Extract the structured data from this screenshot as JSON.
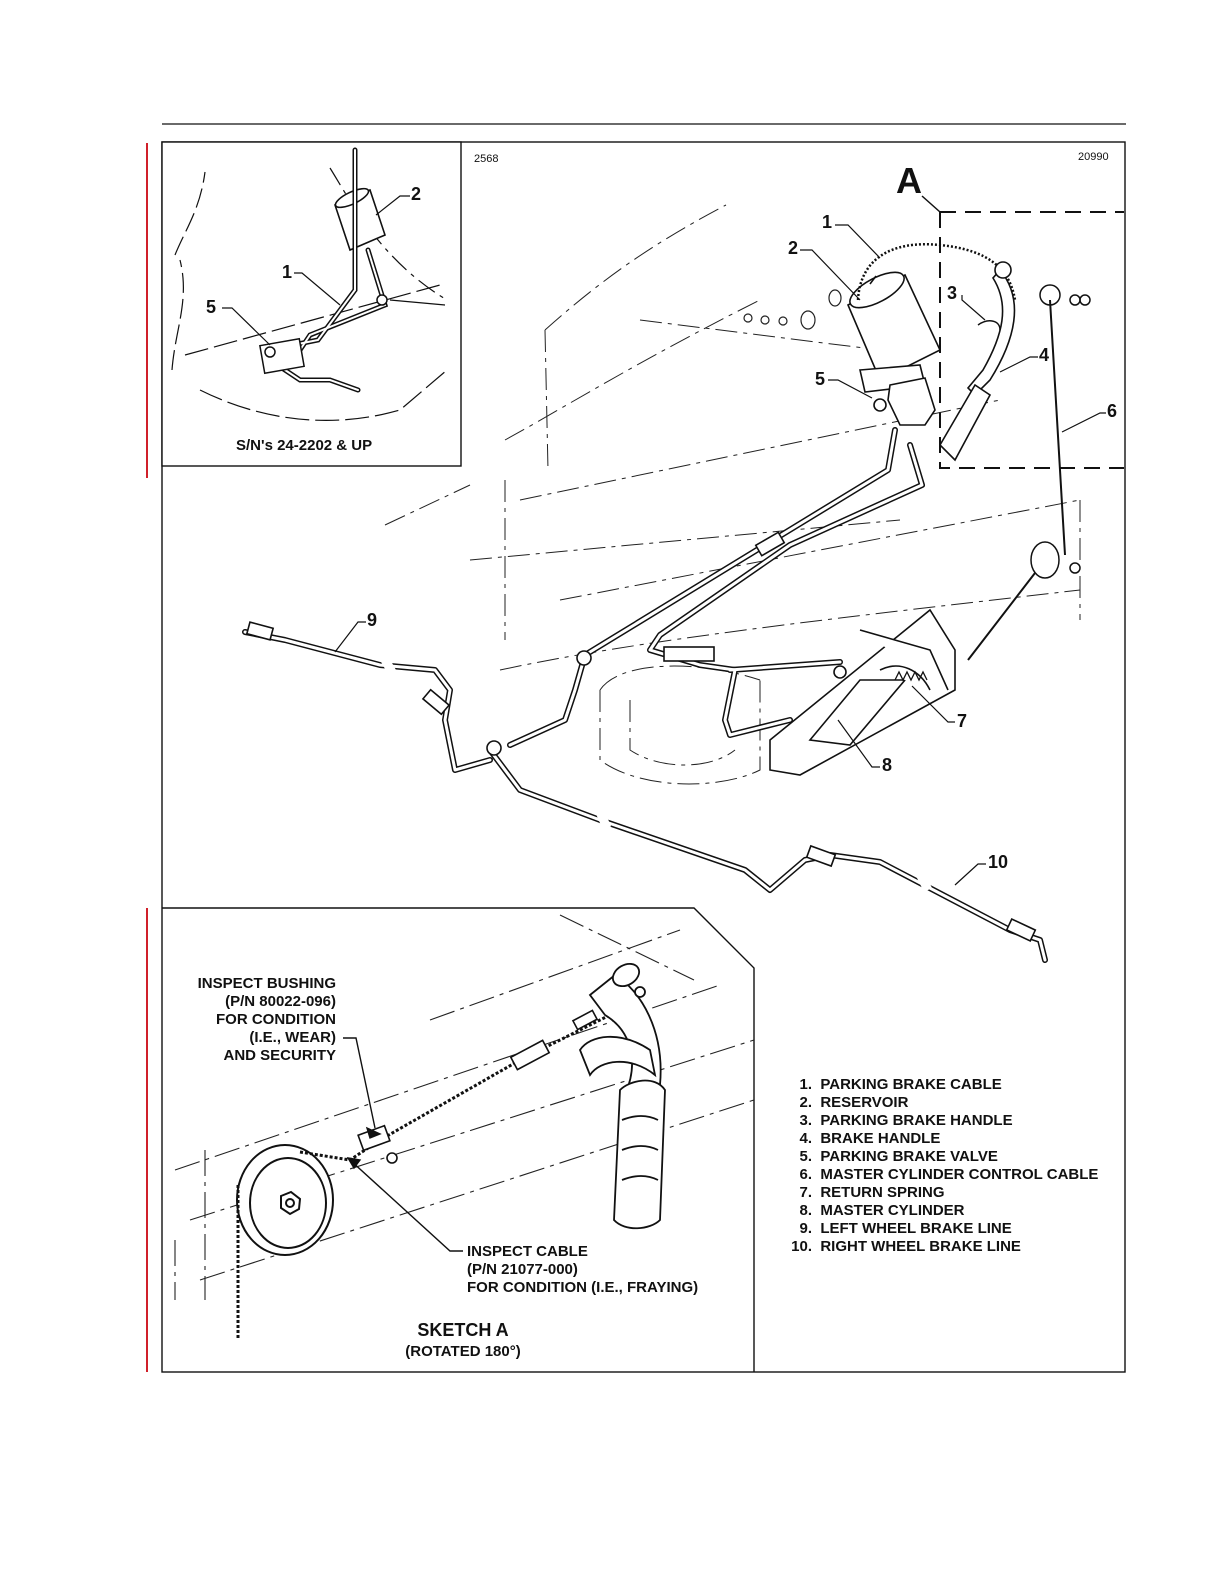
{
  "figure": {
    "left_number": "2568",
    "right_number": "20990",
    "view_letter": "A"
  },
  "inset_top": {
    "caption": "S/N's 24-2202 & UP",
    "callouts": [
      "2",
      "1",
      "5"
    ]
  },
  "main_callouts": [
    "1",
    "2",
    "3",
    "4",
    "5",
    "6",
    "7",
    "8",
    "9",
    "10"
  ],
  "sketch_a": {
    "bushing_note": [
      "INSPECT BUSHING",
      "(P/N 80022-096)",
      "FOR CONDITION",
      "(I.E., WEAR)",
      "AND SECURITY"
    ],
    "cable_note": [
      "INSPECT CABLE",
      "(P/N 21077-000)",
      "FOR CONDITION (I.E., FRAYING)"
    ],
    "title": "SKETCH A",
    "subtitle": "(ROTATED 180°)"
  },
  "legend": [
    {
      "num": "1.",
      "label": "PARKING BRAKE CABLE"
    },
    {
      "num": "2.",
      "label": "RESERVOIR"
    },
    {
      "num": "3.",
      "label": "PARKING BRAKE HANDLE"
    },
    {
      "num": "4.",
      "label": "BRAKE HANDLE"
    },
    {
      "num": "5.",
      "label": "PARKING BRAKE VALVE"
    },
    {
      "num": "6.",
      "label": "MASTER CYLINDER CONTROL CABLE"
    },
    {
      "num": "7.",
      "label": "RETURN SPRING"
    },
    {
      "num": "8.",
      "label": "MASTER CYLINDER"
    },
    {
      "num": "9.",
      "label": "LEFT WHEEL BRAKE LINE"
    },
    {
      "num": "10.",
      "label": "RIGHT WHEEL BRAKE LINE"
    }
  ],
  "colors": {
    "revision_bar": "#d0202a",
    "ink": "#111111"
  }
}
